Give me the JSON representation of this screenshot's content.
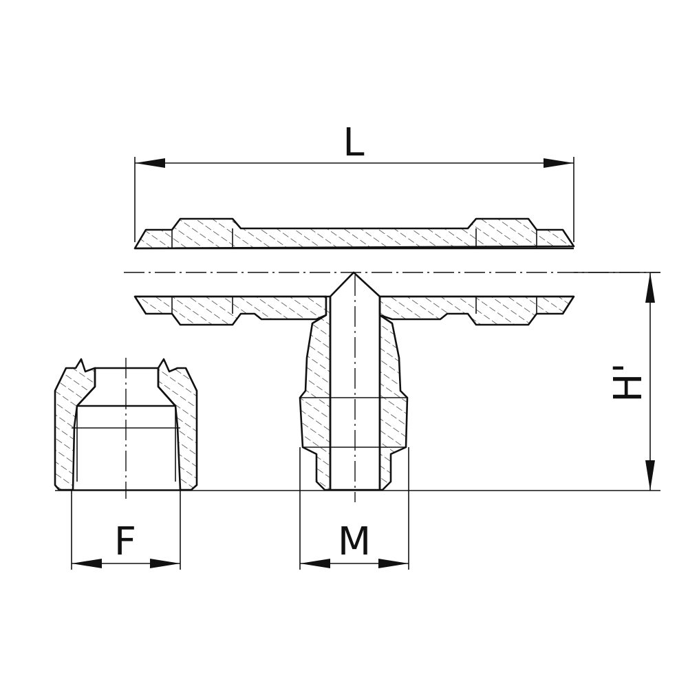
{
  "dimensions": {
    "length": "L",
    "height": "H'",
    "thread": "M",
    "nut_thread": "F"
  },
  "colors": {
    "ink": "#111111",
    "background": "#ffffff"
  }
}
